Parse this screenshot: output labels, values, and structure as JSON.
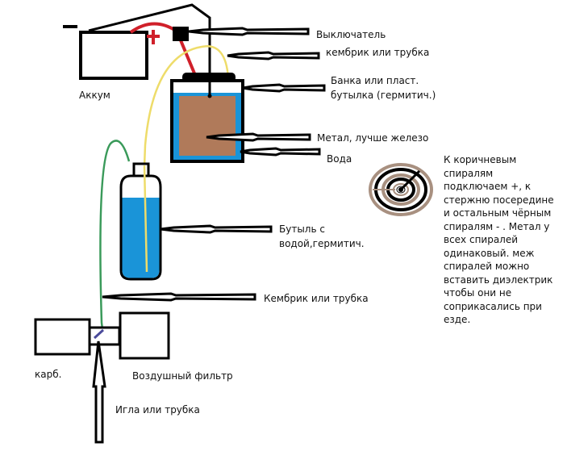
{
  "title": "Схема подключения водородного генератора (HHO)",
  "labels": {
    "battery": "Аккум",
    "battery_minus": "−",
    "battery_plus": "+",
    "switch": "Выключатель",
    "tube_top": "кембрик или трубка",
    "jar": "Банка или пласт. бутылка (гермитич.)",
    "jar_line1": "Банка или пласт.",
    "jar_line2": "бутылка (гермитич.)",
    "metal": "Метал, лучше железо",
    "water": "Вода",
    "bottle_line1": "Бутыль с",
    "bottle_line2": "водой,гермитич.",
    "tube_mid": "Кембрик или трубка",
    "carb": "карб.",
    "air_filter": "Воздушный фильтр",
    "needle": "Игла или трубка"
  },
  "note": "К коричневым спиралям подключаем +, к стержню посередине и остальным чёрным спиралям - . Метал у всех спиралей одинаковый. меж спиралей можно вставить диэлектрик чтобы они не соприкасались при езде.",
  "note_lines": [
    "К коричневым",
    "спиралям",
    "подключаем +, к",
    "стержню посередине",
    "и остальным чёрным",
    "спиралям - . Метал у",
    "всех спиралей",
    "одинаковый. меж",
    "спиралей можно",
    "вставить диэлектрик",
    "чтобы они не",
    "соприкасались при",
    "езде."
  ],
  "colors": {
    "outline": "#000000",
    "positive_wire": "#d0202a",
    "yellow_tube": "#eedc6a",
    "green_tube": "#3a9a5a",
    "water": "#1a94d8",
    "metal": "#b07a5a",
    "spiral_brown": "#a89080",
    "needle_tip": "#4a4a9a"
  },
  "icons": {
    "battery": "battery-icon",
    "switch": "switch-icon",
    "jar": "electrolyzer-jar-icon",
    "bottle": "water-bottle-icon",
    "spiral": "concentric-spiral-icon",
    "carburetor": "carburetor-icon",
    "air_filter": "air-filter-icon"
  }
}
